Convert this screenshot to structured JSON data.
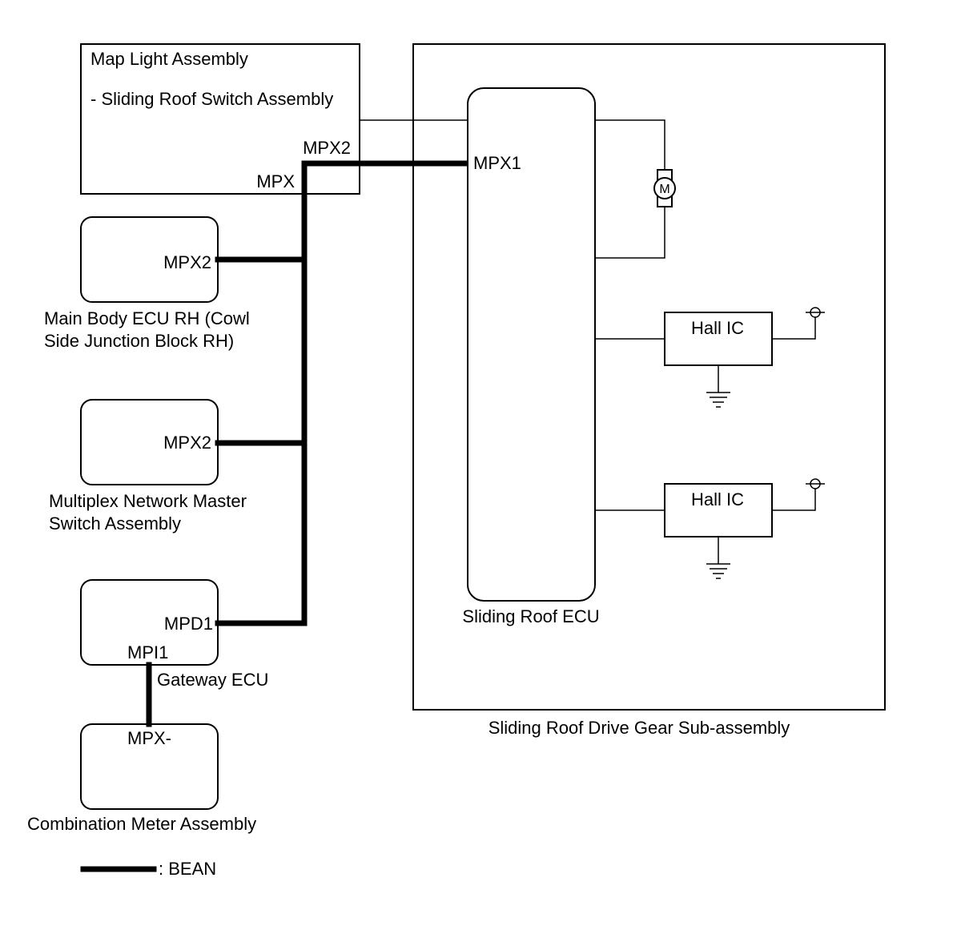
{
  "map_light": {
    "title": "Map Light Assembly",
    "subtitle": "- Sliding Roof Switch Assembly",
    "pin_mpx2": "MPX2",
    "pin_mpx": "MPX"
  },
  "main_body_ecu": {
    "pin": "MPX2",
    "label_line1": "Main Body ECU RH (Cowl",
    "label_line2": "Side Junction Block RH)"
  },
  "master_switch": {
    "pin": "MPX2",
    "label_line1": "Multiplex Network Master",
    "label_line2": "Switch Assembly"
  },
  "gateway_ecu": {
    "pin_mpd1": "MPD1",
    "pin_mpi1": "MPI1",
    "label": "Gateway ECU"
  },
  "combination_meter": {
    "pin": "MPX-",
    "label": "Combination Meter Assembly"
  },
  "sliding_roof_ecu": {
    "pin": "MPX1",
    "label": "Sliding Roof ECU"
  },
  "motor": {
    "symbol": "M",
    "icon": "motor-icon"
  },
  "hall_ic_1": {
    "label": "Hall IC"
  },
  "hall_ic_2": {
    "label": "Hall IC"
  },
  "drive_gear": {
    "label": "Sliding Roof Drive Gear Sub-assembly"
  },
  "legend": {
    "bean_label": ": BEAN"
  }
}
